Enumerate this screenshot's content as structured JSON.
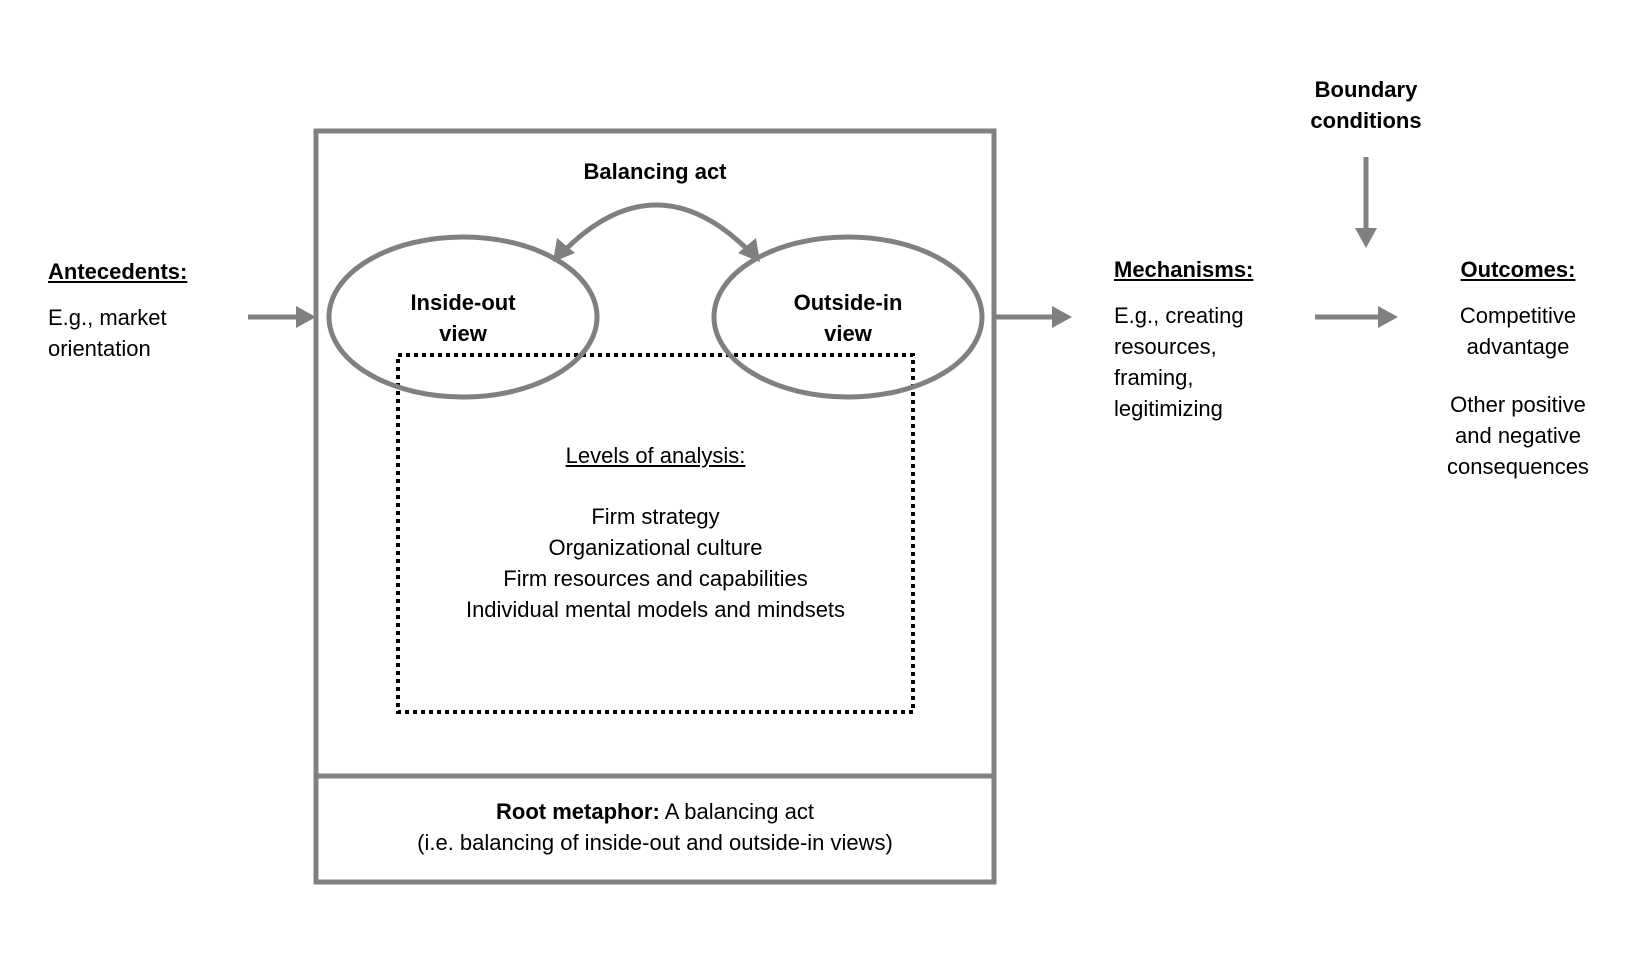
{
  "antecedents": {
    "heading": "Antecedents:",
    "line1": "E.g., market",
    "line2": "orientation"
  },
  "balancing_act": "Balancing act",
  "inside_out": {
    "line1": "Inside-out",
    "line2": "view"
  },
  "outside_in": {
    "line1": "Outside-in",
    "line2": "view"
  },
  "levels": {
    "heading": "Levels of analysis:",
    "items": [
      "Firm strategy",
      "Organizational culture",
      "Firm resources and capabilities",
      "Individual mental models and mindsets"
    ]
  },
  "root_metaphor": {
    "label": "Root metaphor:",
    "text": " A balancing act",
    "line2": "(i.e. balancing of inside-out and outside-in views)"
  },
  "mechanisms": {
    "heading": "Mechanisms:",
    "lines": [
      "E.g., creating",
      "resources,",
      "framing,",
      "legitimizing"
    ]
  },
  "boundary_conditions": {
    "line1": "Boundary",
    "line2": "conditions"
  },
  "outcomes": {
    "heading": "Outcomes:",
    "line1": "Competitive",
    "line2": "advantage",
    "line3": "Other positive",
    "line4": "and negative",
    "line5": "consequences"
  },
  "colors": {
    "stroke": "#808080",
    "text": "#000000"
  }
}
